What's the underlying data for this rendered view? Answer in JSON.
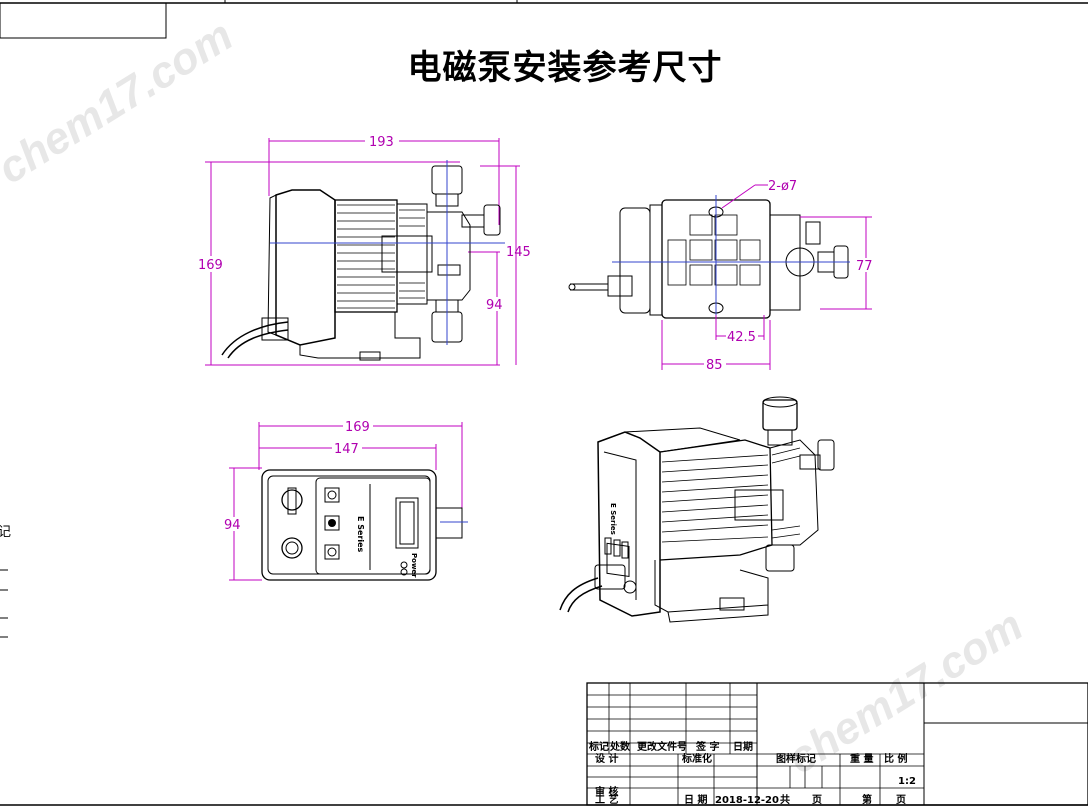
{
  "title": "电磁泵安装参考尺寸",
  "watermark": "chem17.com",
  "side_view": {
    "width": "193",
    "height": "169",
    "top_height": "145",
    "lower_height": "94"
  },
  "rear_view": {
    "holes": "2-ø7",
    "height": "77",
    "hole_spacing": "42.5",
    "depth": "85"
  },
  "front_view": {
    "overall_width": "169",
    "panel_width": "147",
    "height": "94",
    "series_label": "E Series",
    "power_label": "Power"
  },
  "iso_view": {
    "brand_label": "E Series"
  },
  "title_block": {
    "mark": "标记",
    "count": "处数",
    "change_doc": "更改文件号",
    "sign": "签 字",
    "date": "日期",
    "design": "设 计",
    "standard": "标准化",
    "review": "审 核",
    "process": "工 艺",
    "date_label": "日 期",
    "date_value": "2018-12-20",
    "sample_mark": "图样标记",
    "weight": "重 量",
    "scale": "比 例",
    "scale_value": "1:2",
    "total": "共",
    "page": "页",
    "no": "第",
    "page2": "页"
  },
  "edge_char": "记"
}
